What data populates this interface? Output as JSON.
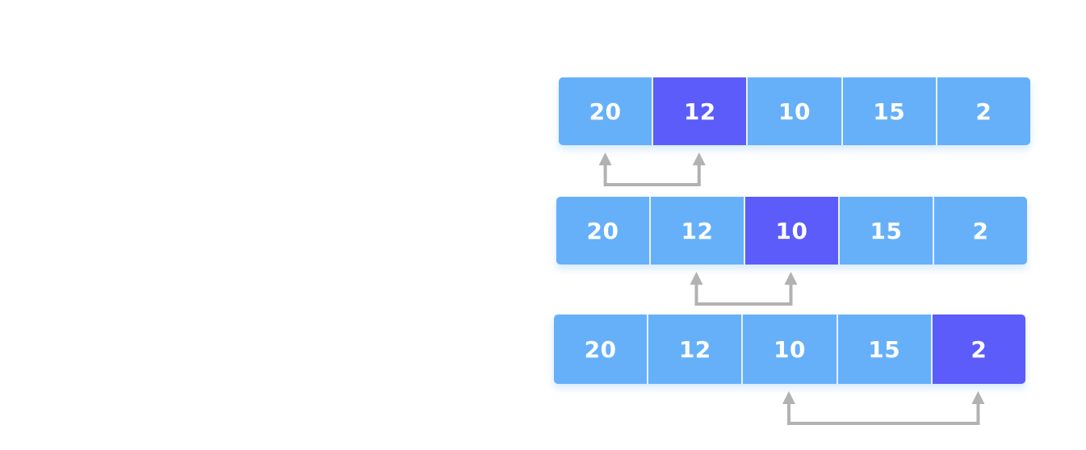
{
  "colors": {
    "cell": "#66b0fa",
    "highlight": "#5b5cfa",
    "arrow": "#b2b2b2",
    "text": "#ffffff"
  },
  "rows": [
    {
      "values": [
        "20",
        "12",
        "10",
        "15",
        "2"
      ],
      "highlight_index": 1,
      "swap_from_index": 0,
      "swap_to_index": 1
    },
    {
      "values": [
        "20",
        "12",
        "10",
        "15",
        "2"
      ],
      "highlight_index": 2,
      "swap_from_index": 1,
      "swap_to_index": 2
    },
    {
      "values": [
        "20",
        "12",
        "10",
        "15",
        "2"
      ],
      "highlight_index": 4,
      "swap_from_index": 2,
      "swap_to_index": 4
    }
  ]
}
